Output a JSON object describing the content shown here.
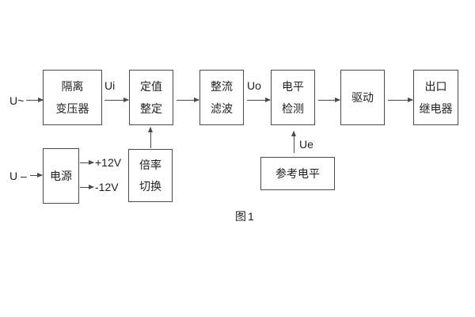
{
  "diagram": {
    "caption": "图1",
    "boxes": [
      {
        "id": "isolation-transformer",
        "lines": [
          "隔离",
          "变压器"
        ]
      },
      {
        "id": "setting-adjustment",
        "lines": [
          "定值",
          "整定"
        ]
      },
      {
        "id": "rectify-filter",
        "lines": [
          "整流",
          "滤波"
        ]
      },
      {
        "id": "level-detection",
        "lines": [
          "电平",
          "检测"
        ]
      },
      {
        "id": "drive",
        "lines": [
          "驱动"
        ]
      },
      {
        "id": "output-relay",
        "lines": [
          "出口",
          "继电器"
        ]
      },
      {
        "id": "power-supply",
        "lines": [
          "电源"
        ]
      },
      {
        "id": "ratio-switch",
        "lines": [
          "倍率",
          "切换"
        ]
      },
      {
        "id": "reference-level",
        "lines": [
          "参考电平"
        ]
      }
    ],
    "labels": {
      "input_ac": "U~",
      "input_dc": "U –",
      "ui": "Ui",
      "uo": "Uo",
      "ue": "Ue",
      "plus_12v": "+12V",
      "minus_12v": "-12V"
    },
    "colors": {
      "line": "#4a4a4a",
      "text": "#1f1f1f",
      "background": "#ffffff"
    }
  }
}
